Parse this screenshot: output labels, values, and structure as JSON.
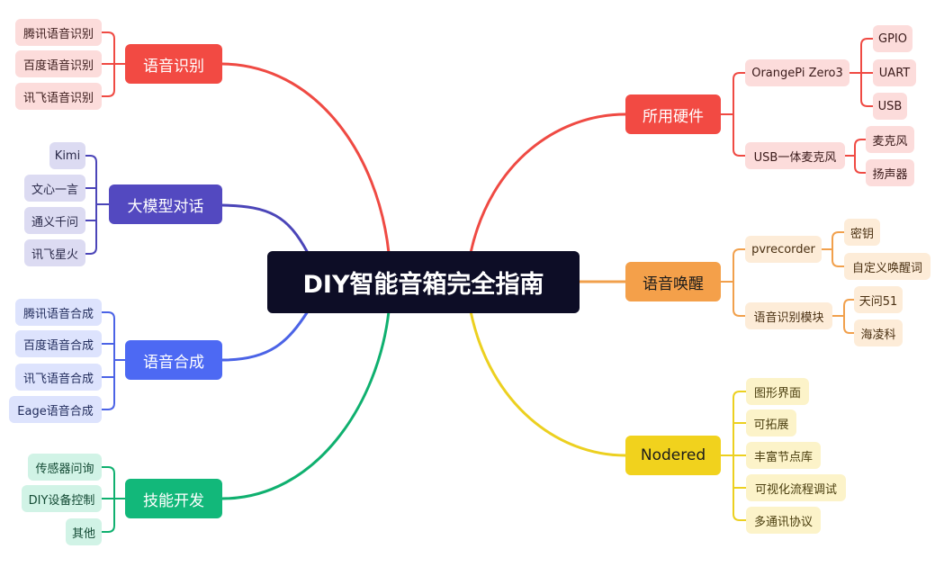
{
  "root": "DIY智能音箱完全指南",
  "colors": {
    "red": "#ef4a43",
    "purple": "#4b45b8",
    "blue": "#4b63e6",
    "green": "#0fb06f",
    "orange": "#f1a04c",
    "yellow": "#ecd020"
  },
  "branches": {
    "speech_recognition": {
      "label": "语音识别",
      "items": [
        "腾讯语音识别",
        "百度语音识别",
        "讯飞语音识别"
      ]
    },
    "llm_chat": {
      "label": "大模型对话",
      "items": [
        "Kimi",
        "文心一言",
        "通义千问",
        "讯飞星火"
      ]
    },
    "speech_synthesis": {
      "label": "语音合成",
      "items": [
        "腾讯语音合成",
        "百度语音合成",
        "讯飞语音合成",
        "Eage语音合成"
      ]
    },
    "skill_dev": {
      "label": "技能开发",
      "items": [
        "传感器问询",
        "DIY设备控制",
        "其他"
      ]
    },
    "hardware": {
      "label": "所用硬件",
      "board": "OrangePi Zero3",
      "board_items": [
        "GPIO",
        "UART",
        "USB"
      ],
      "mic": "USB一体麦克风",
      "mic_items": [
        "麦克风",
        "扬声器"
      ]
    },
    "wake_word": {
      "label": "语音唤醒",
      "pv": "pvrecorder",
      "pv_items": [
        "密钥",
        "自定义唤醒词"
      ],
      "module": "语音识别模块",
      "module_items": [
        "天问51",
        "海凌科"
      ]
    },
    "nodered": {
      "label": "Nodered",
      "items": [
        "图形界面",
        "可拓展",
        "丰富节点库",
        "可视化流程调试",
        "多通讯协议"
      ]
    }
  }
}
